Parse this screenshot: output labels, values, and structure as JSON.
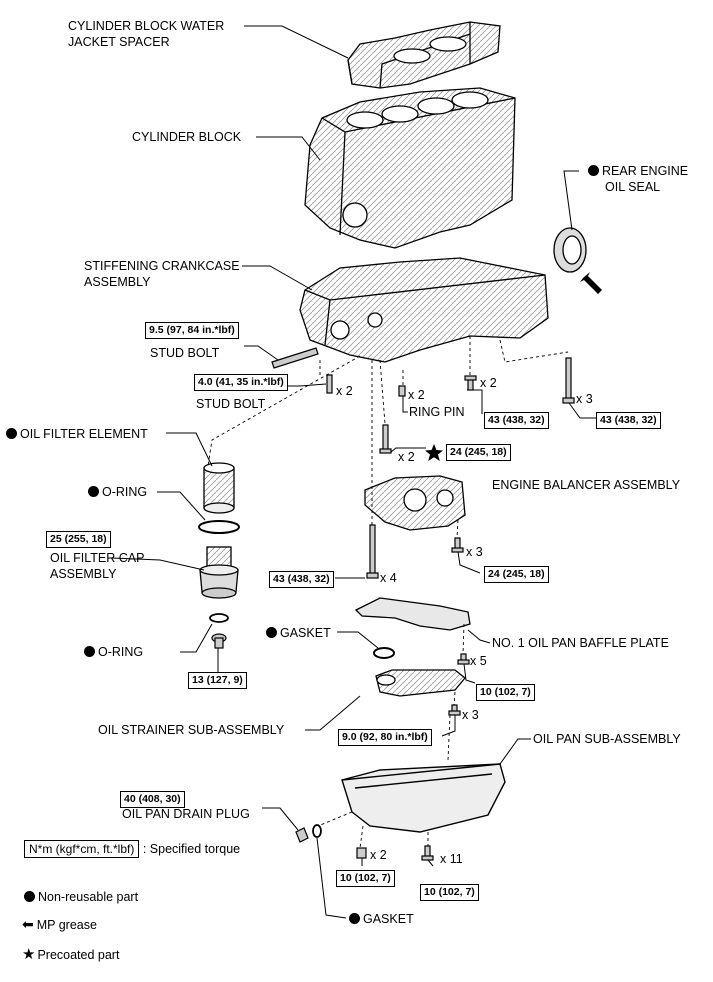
{
  "labels": {
    "water_jacket": [
      "CYLINDER BLOCK WATER",
      "JACKET SPACER"
    ],
    "cylinder_block": "CYLINDER BLOCK",
    "rear_seal": [
      "REAR ENGINE",
      "OIL SEAL"
    ],
    "stiffening": [
      "STIFFENING CRANKCASE",
      "ASSEMBLY"
    ],
    "stud_bolt_1": "STUD BOLT",
    "stud_bolt_2": "STUD BOLT",
    "ring_pin": "RING PIN",
    "oil_filter_element": "OIL FILTER ELEMENT",
    "o_ring_1": "O-RING",
    "oil_filter_cap": [
      "OIL FILTER CAP",
      "ASSEMBLY"
    ],
    "engine_balancer": "ENGINE BALANCER ASSEMBLY",
    "o_ring_2": "O-RING",
    "gasket_1": "GASKET",
    "baffle_plate": "NO. 1 OIL PAN BAFFLE PLATE",
    "oil_strainer": "OIL STRAINER SUB-ASSEMBLY",
    "oil_pan": "OIL PAN SUB-ASSEMBLY",
    "drain_plug": "OIL PAN DRAIN PLUG",
    "gasket_2": "GASKET"
  },
  "torques": {
    "stud_bolt_1": "9.5 (97, 84 in.*lbf)",
    "stud_bolt_2": "4.0 (41, 35 in.*lbf)",
    "crankcase_a": "43 (438, 32)",
    "crankcase_b": "43 (438, 32)",
    "balancer_precoat": "24 (245, 18)",
    "filter_cap": "25 (255, 18)",
    "balancer_bolts": "24 (245, 18)",
    "long_bolts": "43 (438, 32)",
    "filter_union": "13 (127, 9)",
    "baffle_bolts": "10 (102, 7)",
    "strainer_bolts": "9.0 (92, 80 in.*lbf)",
    "drain_plug": "40 (408, 30)",
    "pan_nuts": "10 (102, 7)",
    "pan_bolts": "10 (102, 7)"
  },
  "counts": {
    "stud_bolt_2": "x 2",
    "ring_pin": "x 2",
    "crankcase_a": "x 2",
    "crankcase_b": "x 3",
    "balancer_precoat": "x 2",
    "balancer_bolts": "x 3",
    "long_bolts": "x 4",
    "baffle_bolts": "x 5",
    "strainer_bolts": "x 3",
    "pan_nuts": "x 2",
    "pan_bolts": "x 11"
  },
  "legend": {
    "torque_box": "N*m (kgf*cm, ft.*lbf)",
    "torque_text": ": Specified torque",
    "non_reusable": "Non-reusable part",
    "mp_grease": "MP grease",
    "precoated": "Precoated part"
  },
  "icons": {
    "non_reusable": "filled-circle-icon",
    "mp_grease": "left-arrow-icon",
    "precoated": "star-icon"
  }
}
